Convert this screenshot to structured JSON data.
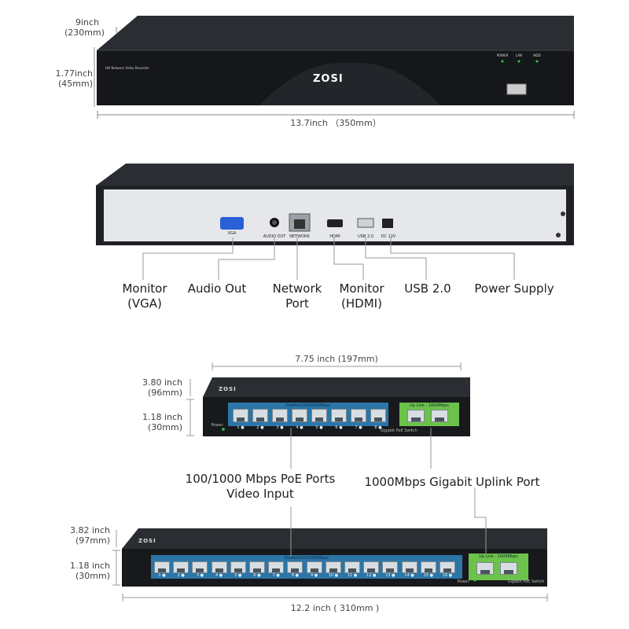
{
  "nvr_front": {
    "depth_label": "9inch",
    "depth_label_mm": "(230mm)",
    "height_label": "1.77inch",
    "height_label_mm": "(45mm)",
    "width_label": "13.7inch （350mm）",
    "model_text": "HD Network Video Recorder",
    "brand": "ZOSI",
    "leds": [
      "POWER",
      "LAN",
      "HDD"
    ]
  },
  "nvr_rear": {
    "port_labels": [
      "VGA",
      "AUDIO OUT",
      "NETWORK",
      "HDMI",
      "USB 2.0",
      "DC 12V"
    ],
    "callouts": {
      "vga": "Monitor\n(VGA)",
      "audio": "Audio Out",
      "network": "Network\nPort",
      "hdmi": "Monitor\n(HDMI)",
      "usb": "USB 2.0",
      "power": "Power Supply"
    }
  },
  "switch_small": {
    "width_label": "7.75 inch (197mm)",
    "depth_label": "3.80 inch",
    "depth_label_mm": "(96mm)",
    "height_label": "1.18 inch",
    "height_label_mm": "(30mm)",
    "brand": "ZOSI",
    "poe_header": "PoePort100/1000Mbps",
    "uplink_header": "Up Link - 1000Mbps",
    "power_label": "Power",
    "footer_label": "Gigabit PoE Switch",
    "port_numbers": [
      "1",
      "2",
      "3",
      "4",
      "5",
      "6",
      "7",
      "8"
    ]
  },
  "callouts_mid": {
    "poe": "100/1000 Mbps PoE Ports\nVideo Input",
    "uplink": "1000Mbps Gigabit Uplink Port"
  },
  "switch_large": {
    "depth_label": "3.82 inch",
    "depth_label_mm": "(97mm)",
    "height_label": "1.18 inch",
    "height_label_mm": "(30mm)",
    "width_label": "12.2 inch ( 310mm )",
    "brand": "ZOSI",
    "poe_header": "PoePort100/1000Mbps",
    "uplink_header": "Up Link - 1000Mbps",
    "power_label": "Power",
    "footer_label": "Gigabit PoE Switch",
    "port_numbers": [
      "1",
      "2",
      "3",
      "4",
      "5",
      "6",
      "7",
      "8",
      "9",
      "10",
      "11",
      "12",
      "13",
      "14",
      "15",
      "16"
    ]
  }
}
